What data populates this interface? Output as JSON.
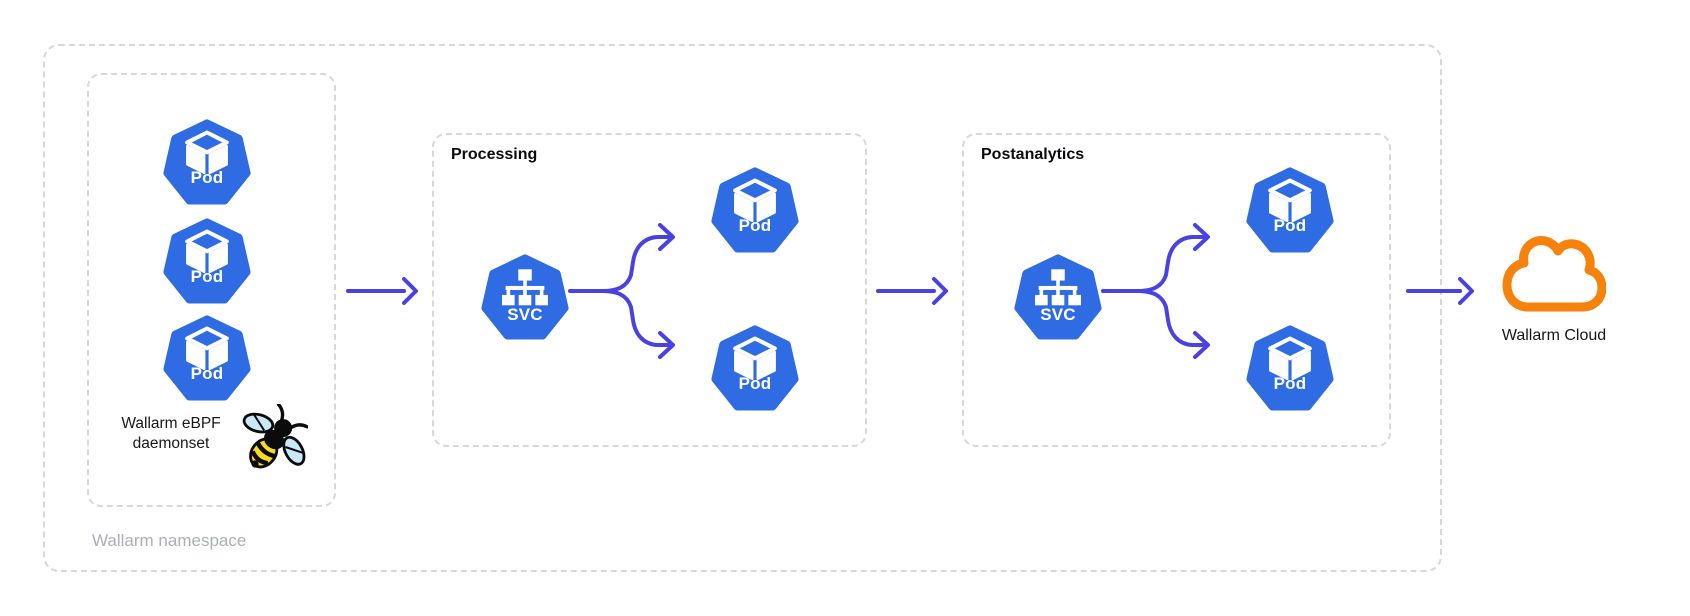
{
  "diagram": {
    "namespace": {
      "label": "Wallarm namespace"
    },
    "daemonset": {
      "label_line1": "Wallarm eBPF",
      "label_line2": "daemonset",
      "pods": [
        "Pod",
        "Pod",
        "Pod"
      ],
      "bee_icon": "ebpf-bee"
    },
    "processing": {
      "title": "Processing",
      "svc_label": "SVC",
      "pods": [
        "Pod",
        "Pod"
      ]
    },
    "postanalytics": {
      "title": "Postanalytics",
      "svc_label": "SVC",
      "pods": [
        "Pod",
        "Pod"
      ]
    },
    "cloud": {
      "label": "Wallarm Cloud",
      "icon": "cloud-outline"
    },
    "colors": {
      "kubernetes_blue": "#2F6CE4",
      "arrow_indigo": "#4842E4",
      "cloud_orange": "#F6820C",
      "dashed_border": "#D5D8DD",
      "muted_label": "#A8B0BC",
      "bee_yellow": "#FFD91E",
      "bee_wing_blue": "#C9E8F8"
    }
  }
}
